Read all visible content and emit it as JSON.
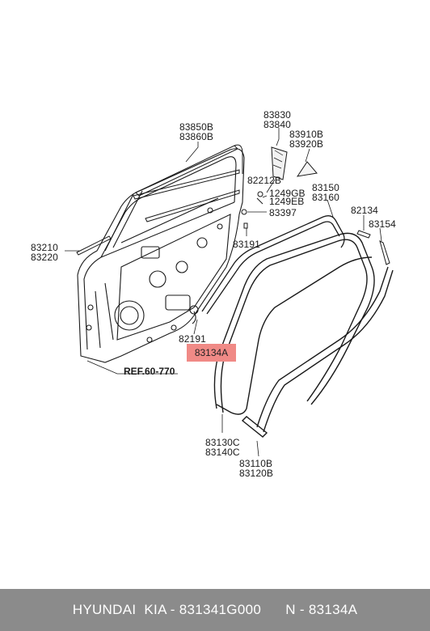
{
  "labels": {
    "p83850B": "83850B",
    "p83860B": "83860B",
    "p83830": "83830",
    "p83840": "83840",
    "p83910B": "83910B",
    "p83920B": "83920B",
    "p82212B": "82212B",
    "p1249GB": "1249GB",
    "p1249EB": "1249EB",
    "p83397": "83397",
    "p83150": "83150",
    "p83160": "83160",
    "p82134": "82134",
    "p83154": "83154",
    "p83191": "83191",
    "p83210": "83210",
    "p83220": "83220",
    "p82191": "82191",
    "p83134A": "83134A",
    "ref": "REF.60-770",
    "p83130C": "83130C",
    "p83140C": "83140C",
    "p83110B": "83110B",
    "p83120B": "83120B"
  },
  "footer": {
    "brand": "HYUNDAI  KIA - 831341G000",
    "code": "N - 83134A"
  },
  "colors": {
    "highlight": "#f08a86",
    "footer_bg": "#8b8b8b"
  }
}
